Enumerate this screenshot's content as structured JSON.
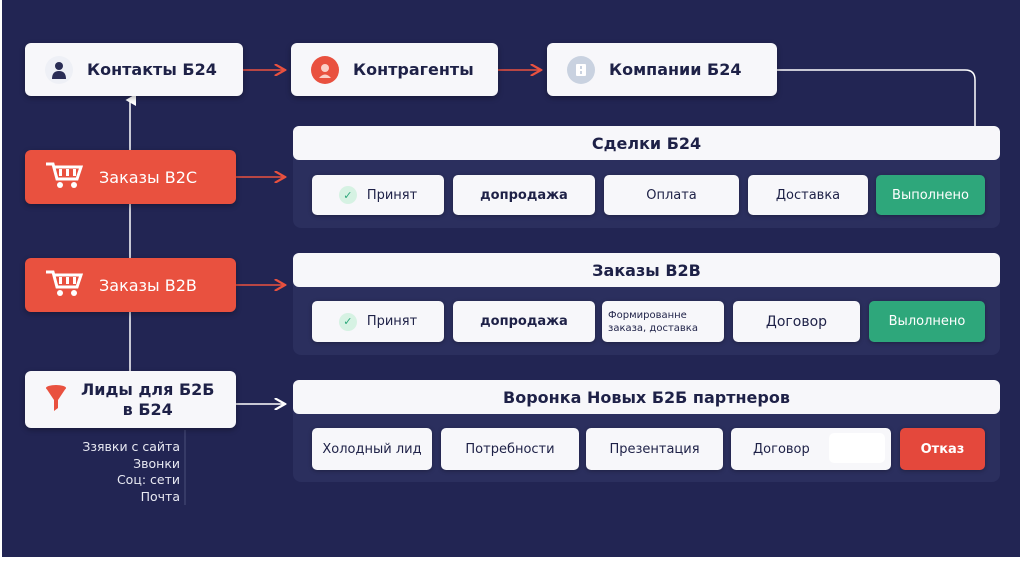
{
  "top_nodes": {
    "contacts": "Контакты Б24",
    "counterparties": "Контрагенты",
    "companies": "Компании Б24"
  },
  "left_nodes": {
    "orders_b2c": "Заказы B2C",
    "orders_b2b": "Заказы B2B",
    "leads_line1": "Лиды для Б2Б",
    "leads_line2": "в Б24"
  },
  "lead_sources": [
    "Ззявки с сайта",
    "Звонки",
    "Соц: сети",
    "Почта"
  ],
  "pipelines": [
    {
      "title": "Сделки Б24",
      "stages": [
        "Принят",
        "допродажа",
        "Оплата",
        "Доставка",
        "Выполнено"
      ]
    },
    {
      "title": "Заказы B2B",
      "stages": [
        "Принят",
        "допродажа",
        "Формированне заказа, доставка",
        "Договор",
        "Вылолнено"
      ]
    },
    {
      "title": "Воронка Новых Б2Б партнеров",
      "stages": [
        "Холодный лид",
        "Потребности",
        "Презентация",
        "Договор",
        "Отказ"
      ]
    }
  ],
  "colors": {
    "background": "#222553",
    "accent_red": "#e9513f",
    "success_green": "#2ea77b"
  }
}
